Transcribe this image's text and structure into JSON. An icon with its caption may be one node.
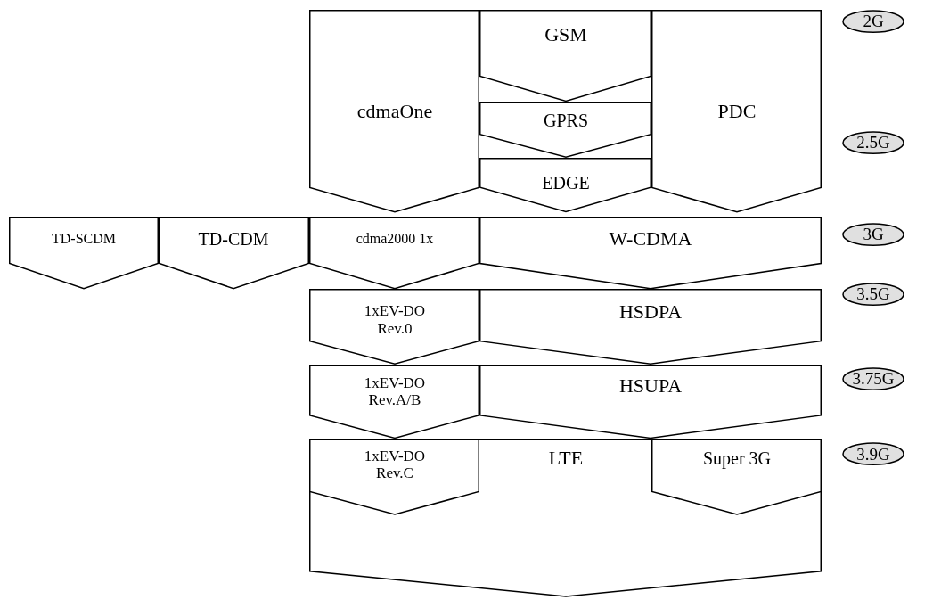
{
  "diagram": {
    "nodes": [
      {
        "text": [
          "cdmaOne"
        ]
      },
      {
        "text": [
          "GSM"
        ]
      },
      {
        "text": [
          "GPRS"
        ]
      },
      {
        "text": [
          "EDGE"
        ]
      },
      {
        "text": [
          "PDC"
        ]
      },
      {
        "text": [
          "2G"
        ]
      },
      {
        "text": [
          "2.5G"
        ]
      },
      {
        "text": [
          "TD-SCDM"
        ]
      },
      {
        "text": [
          "TD-CDM"
        ]
      },
      {
        "text": [
          "cdma2000 1x"
        ]
      },
      {
        "text": [
          "W-CDMA"
        ]
      },
      {
        "text": [
          "3G"
        ]
      },
      {
        "text": [
          "1xEV-DO Rev.0"
        ]
      },
      {
        "text": [
          "HSDPA"
        ]
      },
      {
        "text": [
          "3.5G"
        ]
      },
      {
        "text": [
          "1xEV-DO Rev.A/B"
        ]
      },
      {
        "text": [
          "HSUPA"
        ]
      },
      {
        "text": [
          "3.75G"
        ]
      },
      {
        "text": [
          "LTE"
        ]
      },
      {
        "text": [
          "1xEV-DO Rev.C"
        ],
        "in": 18
      },
      {
        "text": [
          "Super 3G"
        ],
        "in": 18
      },
      {
        "text": [
          "3.9G"
        ]
      }
    ]
  }
}
